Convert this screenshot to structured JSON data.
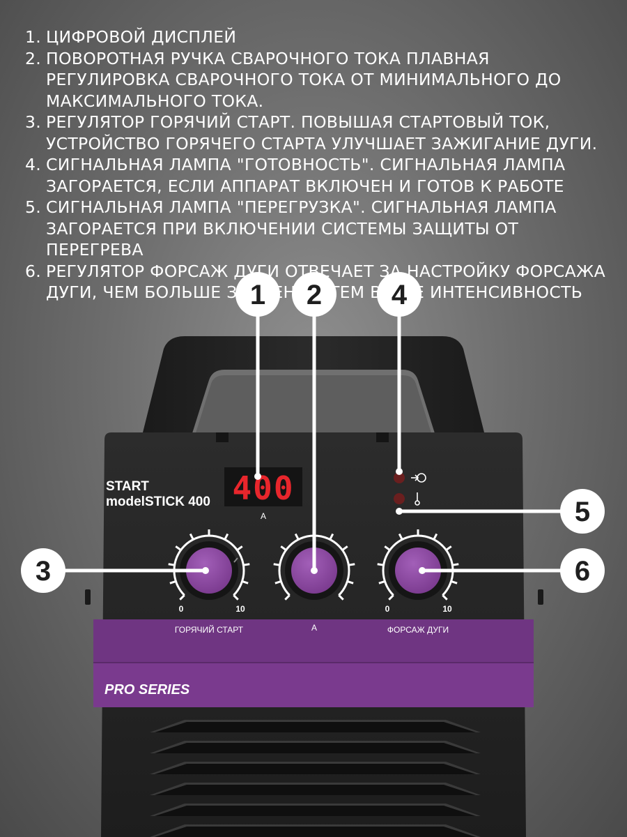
{
  "legend": [
    {
      "num": "1.",
      "text": "ЦИФРОВОЙ ДИСПЛЕЙ"
    },
    {
      "num": "2.",
      "text": "ПОВОРОТНАЯ РУЧКА СВАРОЧНОГО ТОКА ПЛАВНАЯ РЕГУЛИРОВКА СВАРОЧНОГО ТОКА ОТ МИНИМАЛЬНОГО ДО МАКСИМАЛЬНОГО ТОКА."
    },
    {
      "num": "3.",
      "text": "РЕГУЛЯТОР ГОРЯЧИЙ СТАРТ. ПОВЫШАЯ СТАРТОВЫЙ ТОК, УСТРОЙСТВО ГОРЯЧЕГО СТАРТА УЛУЧШАЕТ ЗАЖИГАНИЕ ДУГИ."
    },
    {
      "num": "4.",
      "text": "СИГНАЛЬНАЯ ЛАМПА \"ГОТОВНОСТЬ\". СИГНАЛЬНАЯ ЛАМПА ЗАГОРАЕТСЯ, ЕСЛИ АППАРАТ ВКЛЮЧЕН И ГОТОВ К РАБОТЕ"
    },
    {
      "num": "5.",
      "text": "СИГНАЛЬНАЯ ЛАМПА \"ПЕРЕГРУЗКА\". СИГНАЛЬНАЯ ЛАМПА ЗАГОРАЕТСЯ ПРИ ВКЛЮЧЕНИИ СИСТЕМЫ ЗАЩИТЫ ОТ ПЕРЕГРЕВА"
    },
    {
      "num": "6.",
      "text": "РЕГУЛЯТОР ФОРСАЖ ДУГИ ОТВЕЧАЕТ ЗА НАСТРОЙКУ ФОРСАЖА ДУГИ, ЧЕМ БОЛЬШЕ ЗНАЧЕНИЕ, ТЕМ ВЫШЕ ИНТЕНСИВНОСТЬ"
    }
  ],
  "callouts": [
    "1",
    "2",
    "3",
    "4",
    "5",
    "6"
  ],
  "device": {
    "brand": "START",
    "model": "modelSTICK 400",
    "display_value": "400",
    "display_unit": "A",
    "knob_hot_start": {
      "label": "ГОРЯЧИЙ СТАРТ",
      "min": "0",
      "max": "10"
    },
    "knob_current": {
      "label": "A"
    },
    "knob_arc_force": {
      "label": "ФОРСАЖ ДУГИ",
      "min": "0",
      "max": "10"
    },
    "series": "PRO SERIES"
  },
  "colors": {
    "accent_purple": "#7a3a8e",
    "knob_purple": "#8e4aa3",
    "display_red": "#e8262c",
    "lamp_red": "#6a1f1f",
    "body_dark": "#262626"
  },
  "icons": [
    "ready-plug-icon",
    "thermometer-icon"
  ]
}
